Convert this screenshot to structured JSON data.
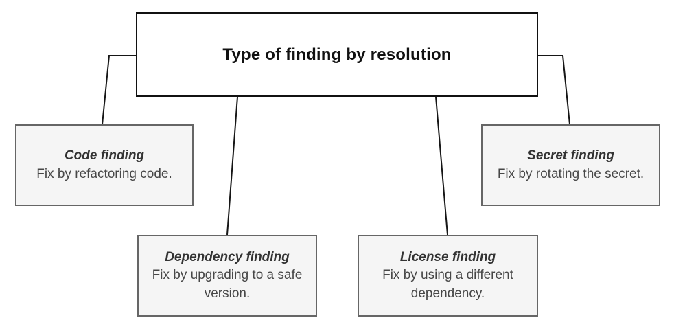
{
  "diagram": {
    "root": {
      "id": "root",
      "label": "Type of finding by resolution"
    },
    "nodes": [
      {
        "id": "code-finding",
        "title": "Code finding",
        "body": "Fix by refactoring code."
      },
      {
        "id": "dependency-finding",
        "title": "Dependency finding",
        "body": "Fix by upgrading to a safe version."
      },
      {
        "id": "license-finding",
        "title": "License finding",
        "body": "Fix by using a different dependency."
      },
      {
        "id": "secret-finding",
        "title": "Secret finding",
        "body": "Fix by rotating the secret."
      }
    ],
    "edges": [
      {
        "from": "root",
        "to": "code-finding"
      },
      {
        "from": "root",
        "to": "dependency-finding"
      },
      {
        "from": "root",
        "to": "license-finding"
      },
      {
        "from": "root",
        "to": "secret-finding"
      }
    ],
    "colors": {
      "root_fill": "#ffffff",
      "root_border": "#111111",
      "root_text": "#111111",
      "node_fill": "#f5f5f5",
      "node_border": "#666666",
      "title_color": "#333333",
      "body_color": "#474747",
      "connector": "#161616"
    }
  }
}
